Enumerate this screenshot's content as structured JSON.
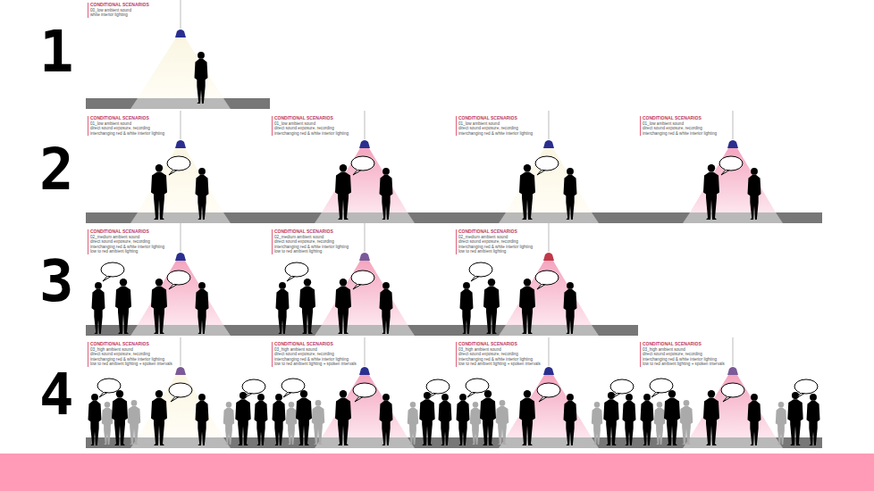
{
  "diagram": {
    "labels": [
      "1",
      "CONDITIONAL SCENARIOS",
      "00_low ambient sound",
      "white interior lighting",
      "2",
      "CONDITIONAL SCENARIOS",
      "01_low ambient sound",
      "direct sound exposure, recording",
      "interchanging red & white interior lighting",
      "CONDITIONAL SCENARIOS",
      "01_low ambient sound",
      "direct sound exposure, recording",
      "interchanging red & white interior lighting",
      "CONDITIONAL SCENARIOS",
      "01_low ambient sound",
      "direct sound exposure, recording",
      "interchanging red & white interior lighting",
      "CONDITIONAL SCENARIOS",
      "01_low ambient sound",
      "direct sound exposure, recording",
      "interchanging red & white interior lighting",
      "3",
      "CONDITIONAL SCENARIOS",
      "02_medium ambient sound",
      "direct sound exposure, recording",
      "interchanging red & white interior lighting",
      "low to red ambient lighting",
      "CONDITIONAL SCENARIOS",
      "02_medium ambient sound",
      "direct sound exposure, recording",
      "interchanging red & white interior lighting",
      "low to red ambient lighting",
      "CONDITIONAL SCENARIOS",
      "02_medium ambient sound",
      "direct sound exposure, recording",
      "interchanging red & white interior lighting",
      "low to red ambient lighting",
      "4",
      "CONDITIONAL SCENARIOS",
      "03_high ambient sound",
      "direct sound exposure, recording",
      "interchanging red & white interior lighting",
      "low to red ambient lighting + spoken intervals",
      "CONDITIONAL SCENARIOS",
      "03_high ambient sound",
      "direct sound exposure, recording",
      "interchanging red & white interior lighting",
      "low to red ambient lighting + spoken intervals",
      "CONDITIONAL SCENARIOS",
      "03_high ambient sound",
      "direct sound exposure, recording",
      "interchanging red & white interior lighting",
      "low to red ambient lighting + spoken intervals",
      "CONDITIONAL SCENARIOS",
      "03_high ambient sound",
      "direct sound exposure, recording",
      "interchanging red & white interior lighting",
      "low to red ambient lighting + spoken intervals"
    ]
  }
}
